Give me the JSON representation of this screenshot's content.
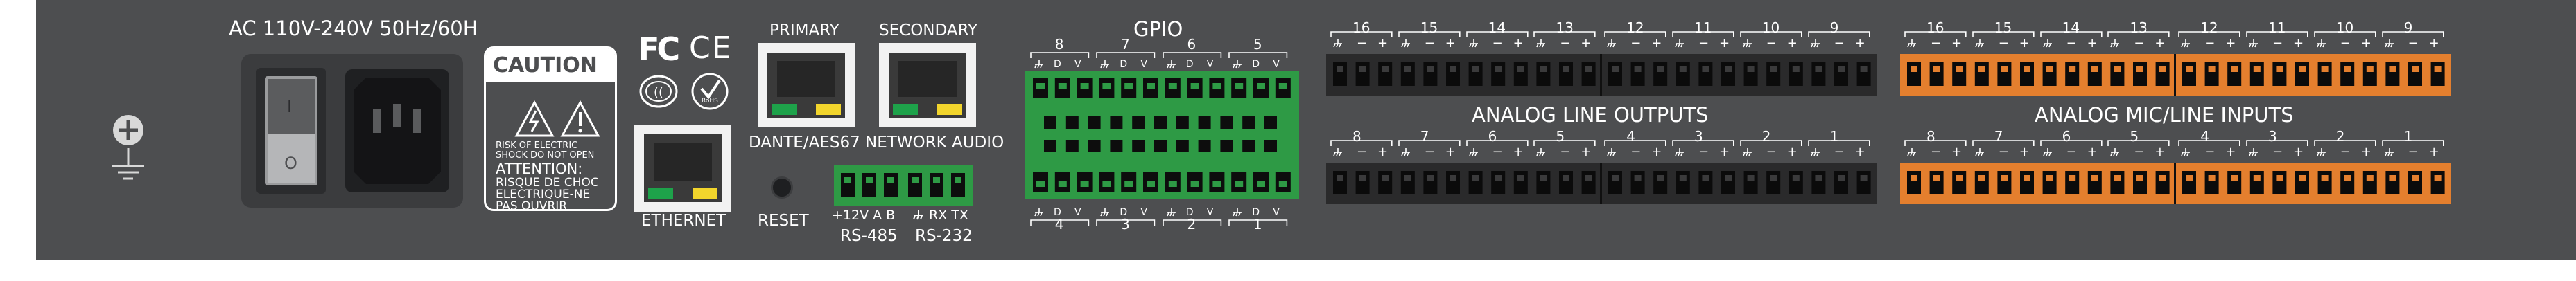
{
  "power": {
    "title": "AC 110V-240V 50Hz/60H",
    "switch_on_symbol": "I",
    "switch_off_symbol": "O"
  },
  "ground": {
    "icon": "ground-icon"
  },
  "caution": {
    "title": "CAUTION",
    "risk_line1": "RISK OF ELECTRIC",
    "risk_line2": "SHOCK DO NOT OPEN",
    "attention": "ATTENTION:",
    "fr_line1": "RISQUE DE CHOC",
    "fr_line2": "ELECTRIQUE-NE",
    "fr_line3": "PAS OUVRIR"
  },
  "certs": {
    "fc": "FC",
    "ce": "CE",
    "rohs": "RoHS"
  },
  "network": {
    "primary": "PRIMARY",
    "secondary": "SECONDARY",
    "audio_label": "DANTE/AES67 NETWORK AUDIO",
    "ethernet": "ETHERNET",
    "reset": "RESET"
  },
  "serial": {
    "left_pins": "+12V A B",
    "right_pins": "RX TX",
    "rs485": "RS-485",
    "rs232": "RS-232"
  },
  "gpio": {
    "title": "GPIO",
    "top_numbers": [
      "8",
      "7",
      "6",
      "5"
    ],
    "bottom_numbers": [
      "4",
      "3",
      "2",
      "1"
    ],
    "pin_letters": [
      "D",
      "V"
    ]
  },
  "analog_outputs": {
    "title": "ANALOG LINE OUTPUTS",
    "top_channels": [
      "16",
      "15",
      "14",
      "13",
      "12",
      "11",
      "10",
      "9"
    ],
    "bottom_channels": [
      "8",
      "7",
      "6",
      "5",
      "4",
      "3",
      "2",
      "1"
    ],
    "pin_signs": [
      "−",
      "+"
    ]
  },
  "analog_inputs": {
    "title": "ANALOG MIC/LINE INPUTS",
    "top_channels": [
      "16",
      "15",
      "14",
      "13",
      "12",
      "11",
      "10",
      "9"
    ],
    "bottom_channels": [
      "8",
      "7",
      "6",
      "5",
      "4",
      "3",
      "2",
      "1"
    ],
    "pin_signs": [
      "−",
      "+"
    ]
  },
  "colors": {
    "panel": "#4d4e50",
    "gpio_green": "#2e9a45",
    "output_black": "#222222",
    "input_orange": "#e47f2e",
    "led_green": "#1ea24a",
    "led_yellow": "#f2d52c"
  }
}
